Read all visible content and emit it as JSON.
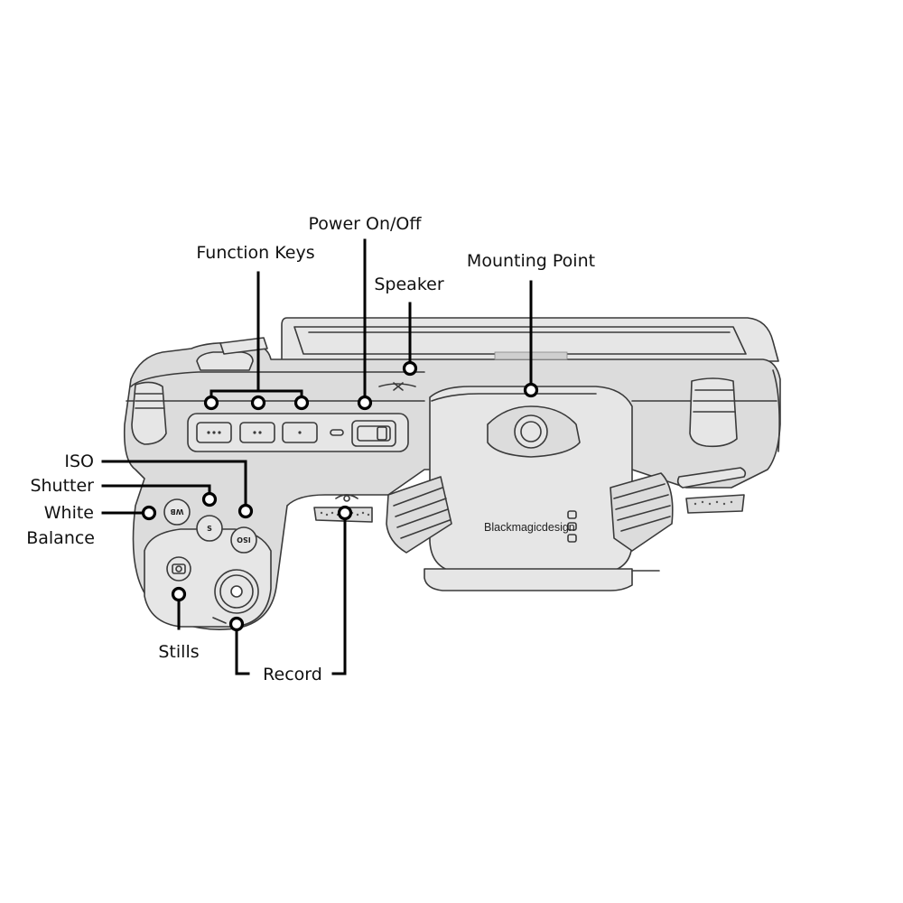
{
  "callouts": {
    "power": "Power On/Off",
    "function_keys": "Function Keys",
    "mounting_point": "Mounting Point",
    "speaker": "Speaker",
    "iso": "ISO",
    "shutter": "Shutter",
    "white_balance_line1": "White",
    "white_balance_line2": "Balance",
    "stills": "Stills",
    "record": "Record"
  },
  "camera": {
    "brand": "Blackmagicdesign",
    "buttons": {
      "wb": "WB",
      "shutter": "S",
      "iso": "ISO"
    }
  },
  "colors": {
    "camera_body": "#dcdcdc",
    "outline": "#3a3a3a",
    "leader": "#000000"
  }
}
